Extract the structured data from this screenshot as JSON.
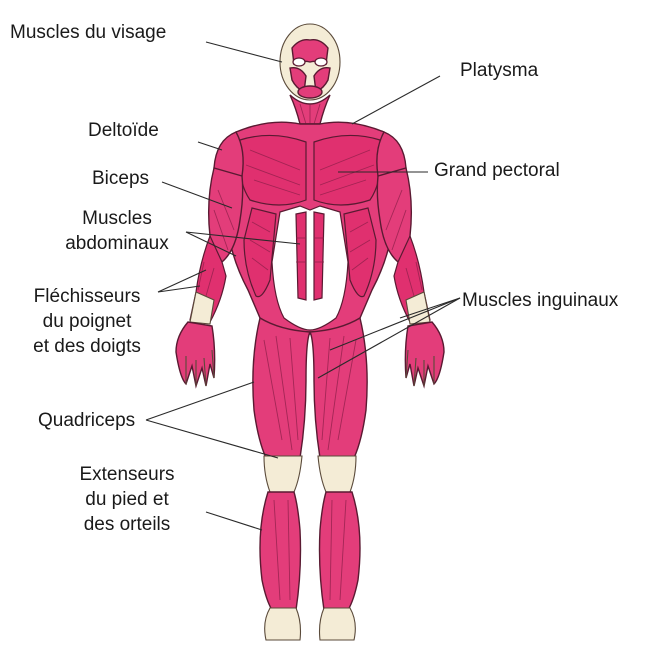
{
  "labels": {
    "face": "Muscles du visage",
    "platysma": "Platysma",
    "deltoid": "Deltoïde",
    "pectoral": "Grand pectoral",
    "biceps": "Biceps",
    "abdominal_1": "Muscles",
    "abdominal_2": "abdominaux",
    "inguinal": "Muscles inguinaux",
    "flexors_1": "Fléchisseurs",
    "flexors_2": "du poignet",
    "flexors_3": "et des doigts",
    "quadriceps": "Quadriceps",
    "extensors_1": "Extenseurs",
    "extensors_2": "du pied et",
    "extensors_3": "des orteils"
  },
  "colors": {
    "muscle": "#e33d7a",
    "tendon": "#f4ecd6",
    "outline": "#5a1a32"
  }
}
